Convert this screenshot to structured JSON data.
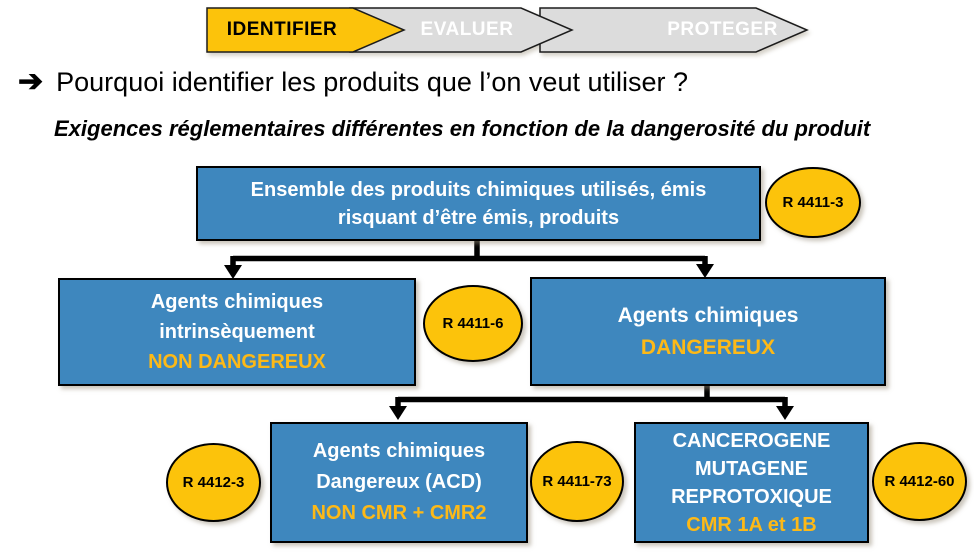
{
  "nav": {
    "steps": [
      {
        "label": "IDENTIFIER",
        "active": true
      },
      {
        "label": "EVALUER",
        "active": false
      },
      {
        "label": "PROTEGER",
        "active": false
      }
    ]
  },
  "heading": {
    "bullet": "➔",
    "text": "Pourquoi identifier les produits que l’on veut utiliser ?"
  },
  "subtitle": "Exigences réglementaires différentes en fonction de la dangerosité du produit",
  "flowchart": {
    "root": {
      "line1": "Ensemble des produits chimiques utilisés, émis",
      "line2": "risquant d’être émis, produits"
    },
    "non_dangereux": {
      "line1": "Agents chimiques",
      "line2": "intrinsèquement",
      "highlight": "NON DANGEREUX"
    },
    "dangereux": {
      "line1": "Agents chimiques",
      "highlight": "DANGEREUX"
    },
    "acd": {
      "line1": "Agents chimiques",
      "line2": "Dangereux (ACD)",
      "highlight": "NON CMR + CMR2"
    },
    "cmr": {
      "line1": "CANCEROGENE",
      "line2": "MUTAGENE",
      "line3": "REPROTOXIQUE",
      "highlight": "CMR 1A et 1B"
    },
    "badges": {
      "b1": "R 4411-3",
      "b2": "R 4411-6",
      "b3": "R 4412-3",
      "b4": "R 4411-73",
      "b5": "R 4412-60"
    }
  },
  "colors": {
    "box_fill": "#3E87BE",
    "gold": "#FCC30B",
    "gold_text": "#FDB917",
    "step_gray": "#DCDCDC",
    "black": "#000000",
    "white": "#FFFFFF"
  }
}
